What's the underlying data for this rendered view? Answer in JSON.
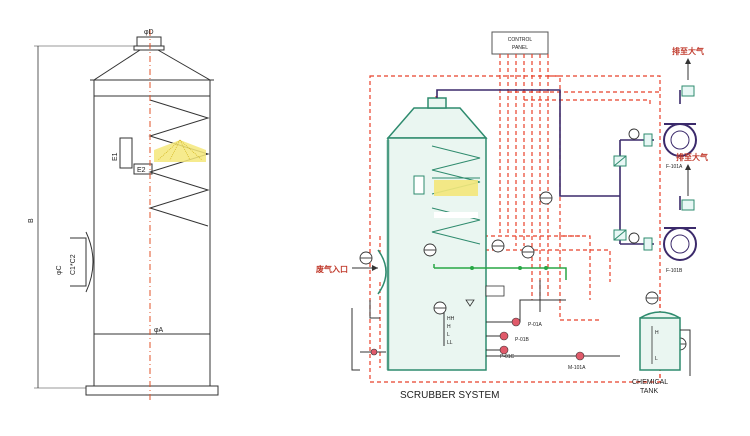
{
  "dimensions": {
    "phi_d": "φD",
    "b": "B",
    "phi_c": "φC",
    "c1c2": "C1*C2",
    "e1": "E1",
    "e2": "E2",
    "phi_a": "φA"
  },
  "labels": {
    "control_panel_line1": "CONTROL",
    "control_panel_line2": "PANEL",
    "vent1": "排至大气",
    "vent2": "排至大气",
    "fan_a": "F-101A",
    "fan_b": "F-101B",
    "inlet": "废气入口",
    "pump_a": "P-01A",
    "pump_b": "P-01B",
    "pump_c": "P-01C",
    "pump_m": "M-101A",
    "system_title": "SCRUBBER SYSTEM",
    "chem_tank_line1": "CHEMICAL",
    "chem_tank_line2": "TANK",
    "level_hh": "HH",
    "level_h": "H",
    "level_l": "L",
    "level_ll": "LL",
    "tank_level_h": "H",
    "tank_level_l": "L"
  },
  "colors": {
    "tower": "#2e8b6e",
    "tower_fill": "#eaf6f1",
    "drawing": "#333333",
    "red_dash": "#e8402a",
    "green_line": "#28a745",
    "purple": "#3b2a6b",
    "centerline": "#e0532a",
    "packing": "#f4e77a"
  }
}
